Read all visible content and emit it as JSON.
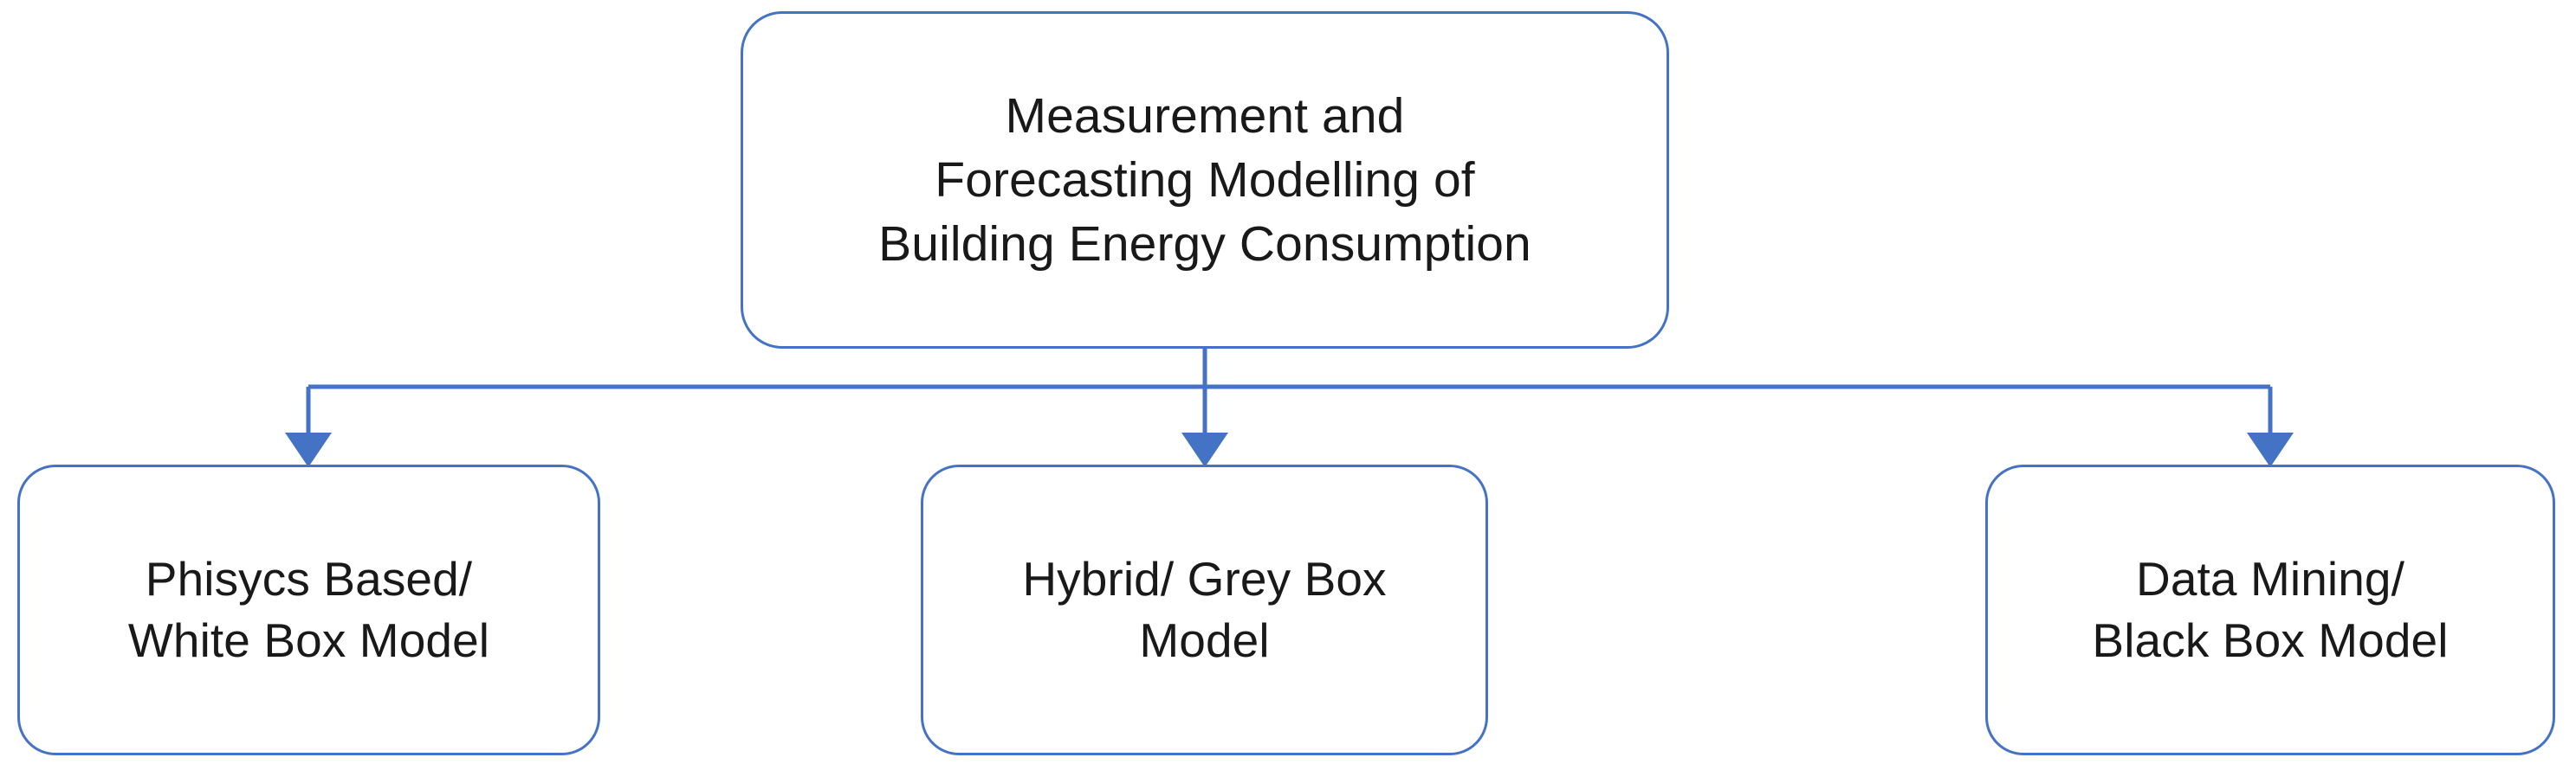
{
  "diagram": {
    "type": "hierarchy-tree",
    "orientation": "top-down",
    "accent_color": "#4472C4",
    "text_color": "#191919",
    "background_color": "#FFFFFF",
    "root": {
      "id": "root",
      "label": "Measurement and\nForecasting Modelling of\nBuilding Energy Consumption",
      "lines": [
        "Measurement and",
        "Forecasting Modelling of",
        "Building Energy Consumption"
      ]
    },
    "children": [
      {
        "id": "white-box",
        "label": "Phisycs Based/\nWhite Box Model",
        "lines": [
          "Phisycs Based/",
          "White Box Model"
        ]
      },
      {
        "id": "grey-box",
        "label": "Hybrid/ Grey Box\nModel",
        "lines": [
          "Hybrid/ Grey Box",
          "Model"
        ]
      },
      {
        "id": "black-box",
        "label": "Data Mining/\nBlack Box Model",
        "lines": [
          "Data Mining/",
          "Black Box Model"
        ]
      }
    ],
    "connectors": [
      {
        "id": "root-to-white-box",
        "style": "elbow-arrow",
        "arrowhead": "filled-triangle"
      },
      {
        "id": "root-to-grey-box",
        "style": "straight-arrow",
        "arrowhead": "filled-triangle"
      },
      {
        "id": "root-to-black-box",
        "style": "elbow-arrow",
        "arrowhead": "filled-triangle"
      }
    ]
  }
}
